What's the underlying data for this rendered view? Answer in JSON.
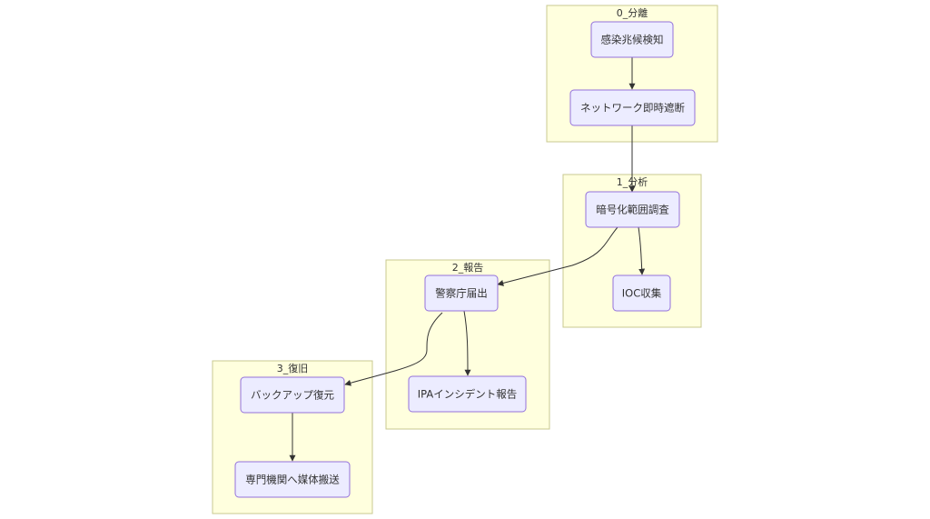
{
  "diagram": {
    "type": "flowchart",
    "clusters": [
      {
        "id": "c0",
        "label": "0_分離"
      },
      {
        "id": "c1",
        "label": "1_分析"
      },
      {
        "id": "c2",
        "label": "2_報告"
      },
      {
        "id": "c3",
        "label": "3_復旧"
      }
    ],
    "nodes": [
      {
        "id": "n1",
        "cluster": "c0",
        "label": "感染兆候検知"
      },
      {
        "id": "n2",
        "cluster": "c0",
        "label": "ネットワーク即時遮断"
      },
      {
        "id": "n3",
        "cluster": "c1",
        "label": "暗号化範囲調査"
      },
      {
        "id": "n4",
        "cluster": "c1",
        "label": "IOC収集"
      },
      {
        "id": "n5",
        "cluster": "c2",
        "label": "警察庁届出"
      },
      {
        "id": "n6",
        "cluster": "c2",
        "label": "IPAインシデント報告"
      },
      {
        "id": "n7",
        "cluster": "c3",
        "label": "バックアップ復元"
      },
      {
        "id": "n8",
        "cluster": "c3",
        "label": "専門機関へ媒体搬送"
      }
    ],
    "edges": [
      {
        "from": "n1",
        "to": "n2"
      },
      {
        "from": "n2",
        "to": "n3"
      },
      {
        "from": "n3",
        "to": "n4"
      },
      {
        "from": "n3",
        "to": "n5"
      },
      {
        "from": "n5",
        "to": "n6"
      },
      {
        "from": "n5",
        "to": "n7"
      },
      {
        "from": "n7",
        "to": "n8"
      }
    ]
  }
}
